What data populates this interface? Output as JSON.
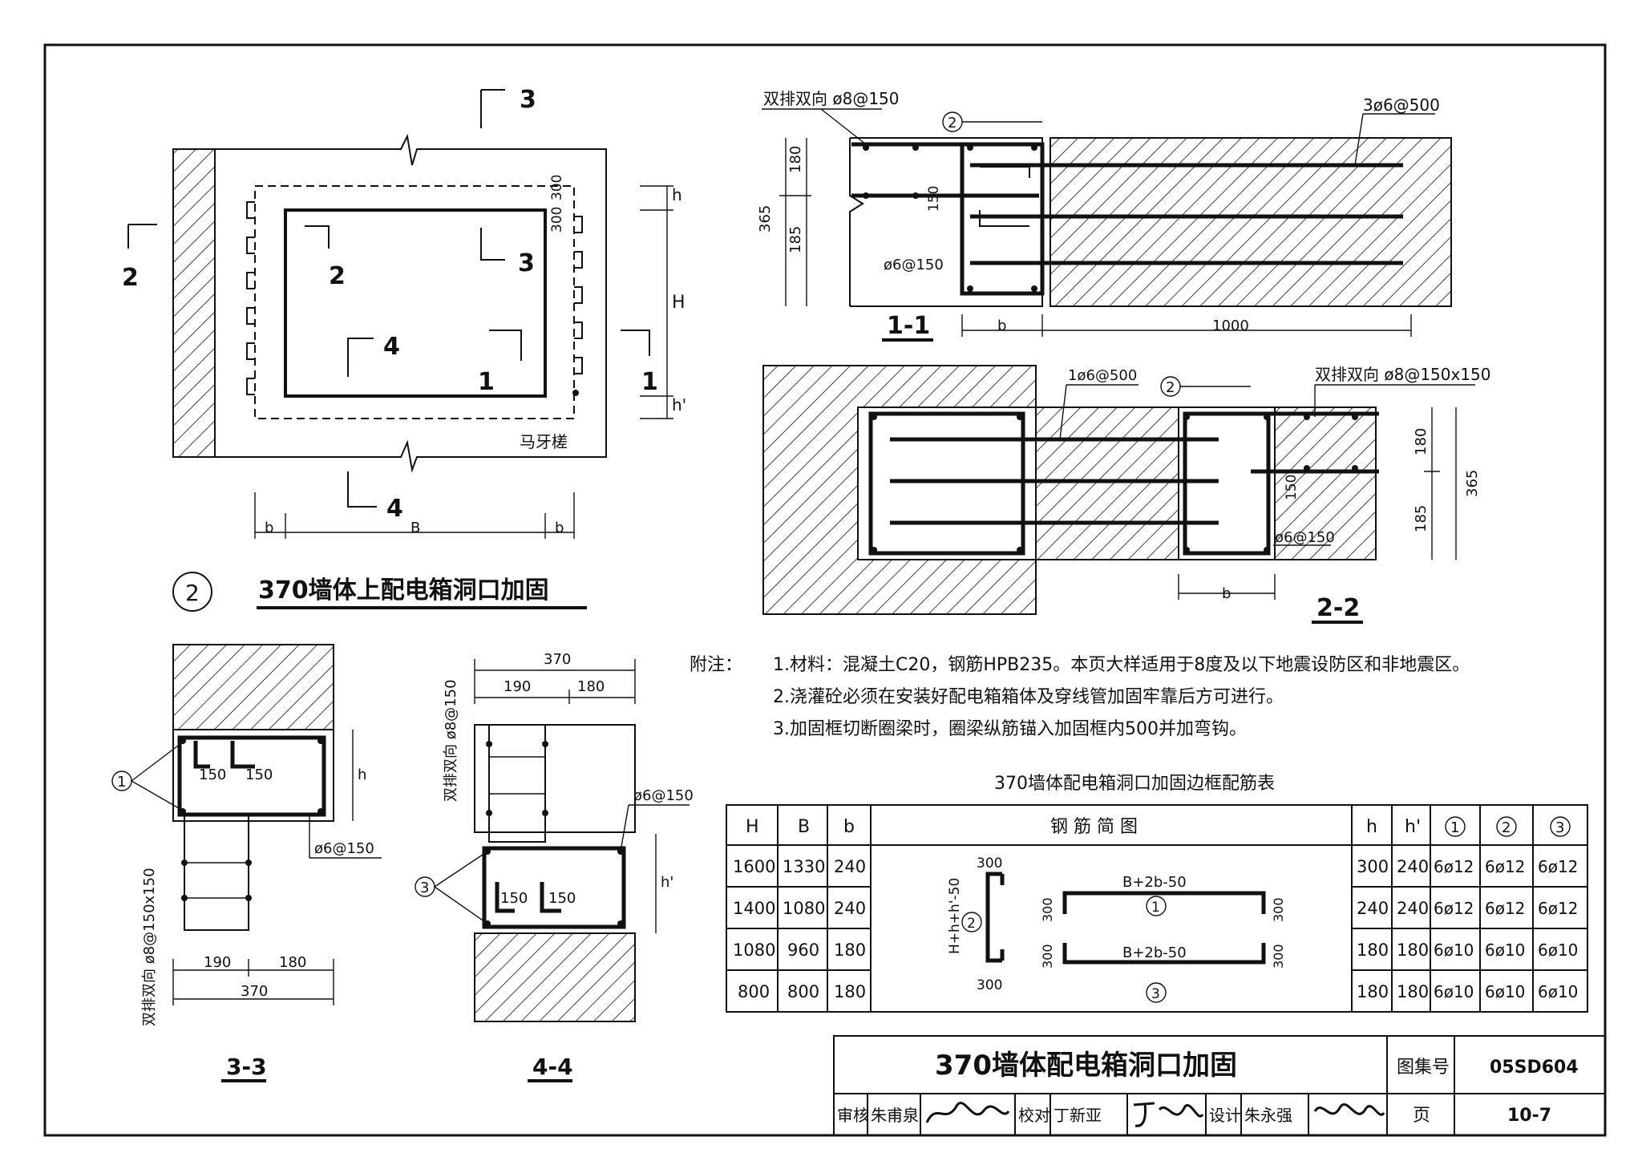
{
  "main_title": "370墙体上配电箱洞口加固",
  "main_title_num": "2",
  "elevation": {
    "cut_labels": [
      "3",
      "2",
      "2",
      "3",
      "4",
      "1",
      "1",
      "4"
    ],
    "dims": {
      "h": "h",
      "H": "H",
      "hp": "h'",
      "n300a": "300",
      "n300b": "300",
      "B": "B",
      "b1": "b",
      "b2": "b"
    },
    "matooth": "马牙槎"
  },
  "s11": {
    "title": "1-1",
    "lbl_top": "双排双向 ø8@150",
    "lbl_top_right": "3ø6@500",
    "lbl_circle": "2",
    "lbl_stirrup": "ø6@150",
    "d365": "365",
    "d180": "180",
    "d185": "185",
    "d150": "150",
    "db": "b",
    "d1000": "1000"
  },
  "s22": {
    "title": "2-2",
    "lbl_top": "1ø6@500",
    "lbl_right": "双排双向 ø8@150x150",
    "lbl_circle": "2",
    "lbl_stirrup": "ø6@150",
    "d180": "180",
    "d185": "185",
    "d365": "365",
    "d150": "150",
    "db": "b"
  },
  "s33": {
    "title": "3-3",
    "lbl_circle": "1",
    "d150a": "150",
    "d150b": "150",
    "dh": "h",
    "lbl_stirrup": "ø6@150",
    "lbl_side": "双排双向 ø8@150x150",
    "d190": "190",
    "d180": "180",
    "d370": "370"
  },
  "s44": {
    "title": "4-4",
    "d370": "370",
    "d190": "190",
    "d180": "180",
    "lbl_side": "双排双向 ø8@150",
    "lbl_stirrup": "ø6@150",
    "lbl_circle": "3",
    "dhp": "h'",
    "d150a": "150",
    "d150b": "150"
  },
  "notes": {
    "label": "附注：",
    "lines": [
      "1.材料：混凝土C20，钢筋HPB235。本页大样适用于8度及以下地震设防区和非地震区。",
      "2.浇灌砼必须在安装好配电箱箱体及穿线管加固牢靠后方可进行。",
      "3.加固框切断圈梁时，圈梁纵筋锚入加固框内500并加弯钩。"
    ]
  },
  "table": {
    "title": "370墙体配电箱洞口加固边框配筋表",
    "headers": [
      "H",
      "B",
      "b",
      "钢  筋  简  图",
      "h",
      "h'",
      "1",
      "2",
      "3"
    ],
    "rows": [
      [
        "1600",
        "1330",
        "240",
        "300",
        "240",
        "6ø12",
        "6ø12",
        "6ø12"
      ],
      [
        "1400",
        "1080",
        "240",
        "240",
        "240",
        "6ø12",
        "6ø12",
        "6ø12"
      ],
      [
        "1080",
        "960",
        "180",
        "180",
        "180",
        "6ø10",
        "6ø10",
        "6ø10"
      ],
      [
        "800",
        "800",
        "180",
        "180",
        "180",
        "6ø10",
        "6ø10",
        "6ø10"
      ]
    ],
    "diagram": {
      "left_top": "300",
      "left_bottom": "300",
      "left_side": "H+h+h'-50",
      "left_circle": "2",
      "top_label": "B+2b-50",
      "top_circle": "1",
      "top_l": "300",
      "top_r": "300",
      "bot_label": "B+2b-50",
      "bot_circle": "3",
      "bot_l": "300",
      "bot_r": "300"
    }
  },
  "title_block": {
    "title": "370墙体配电箱洞口加固",
    "atlas_label": "图集号",
    "atlas_no": "05SD604",
    "review_label": "审核",
    "reviewer": "朱甫泉",
    "check_label": "校对",
    "checker": "丁新亚",
    "design_label": "设计",
    "designer": "朱永强",
    "page_label": "页",
    "page_no": "10-7"
  }
}
